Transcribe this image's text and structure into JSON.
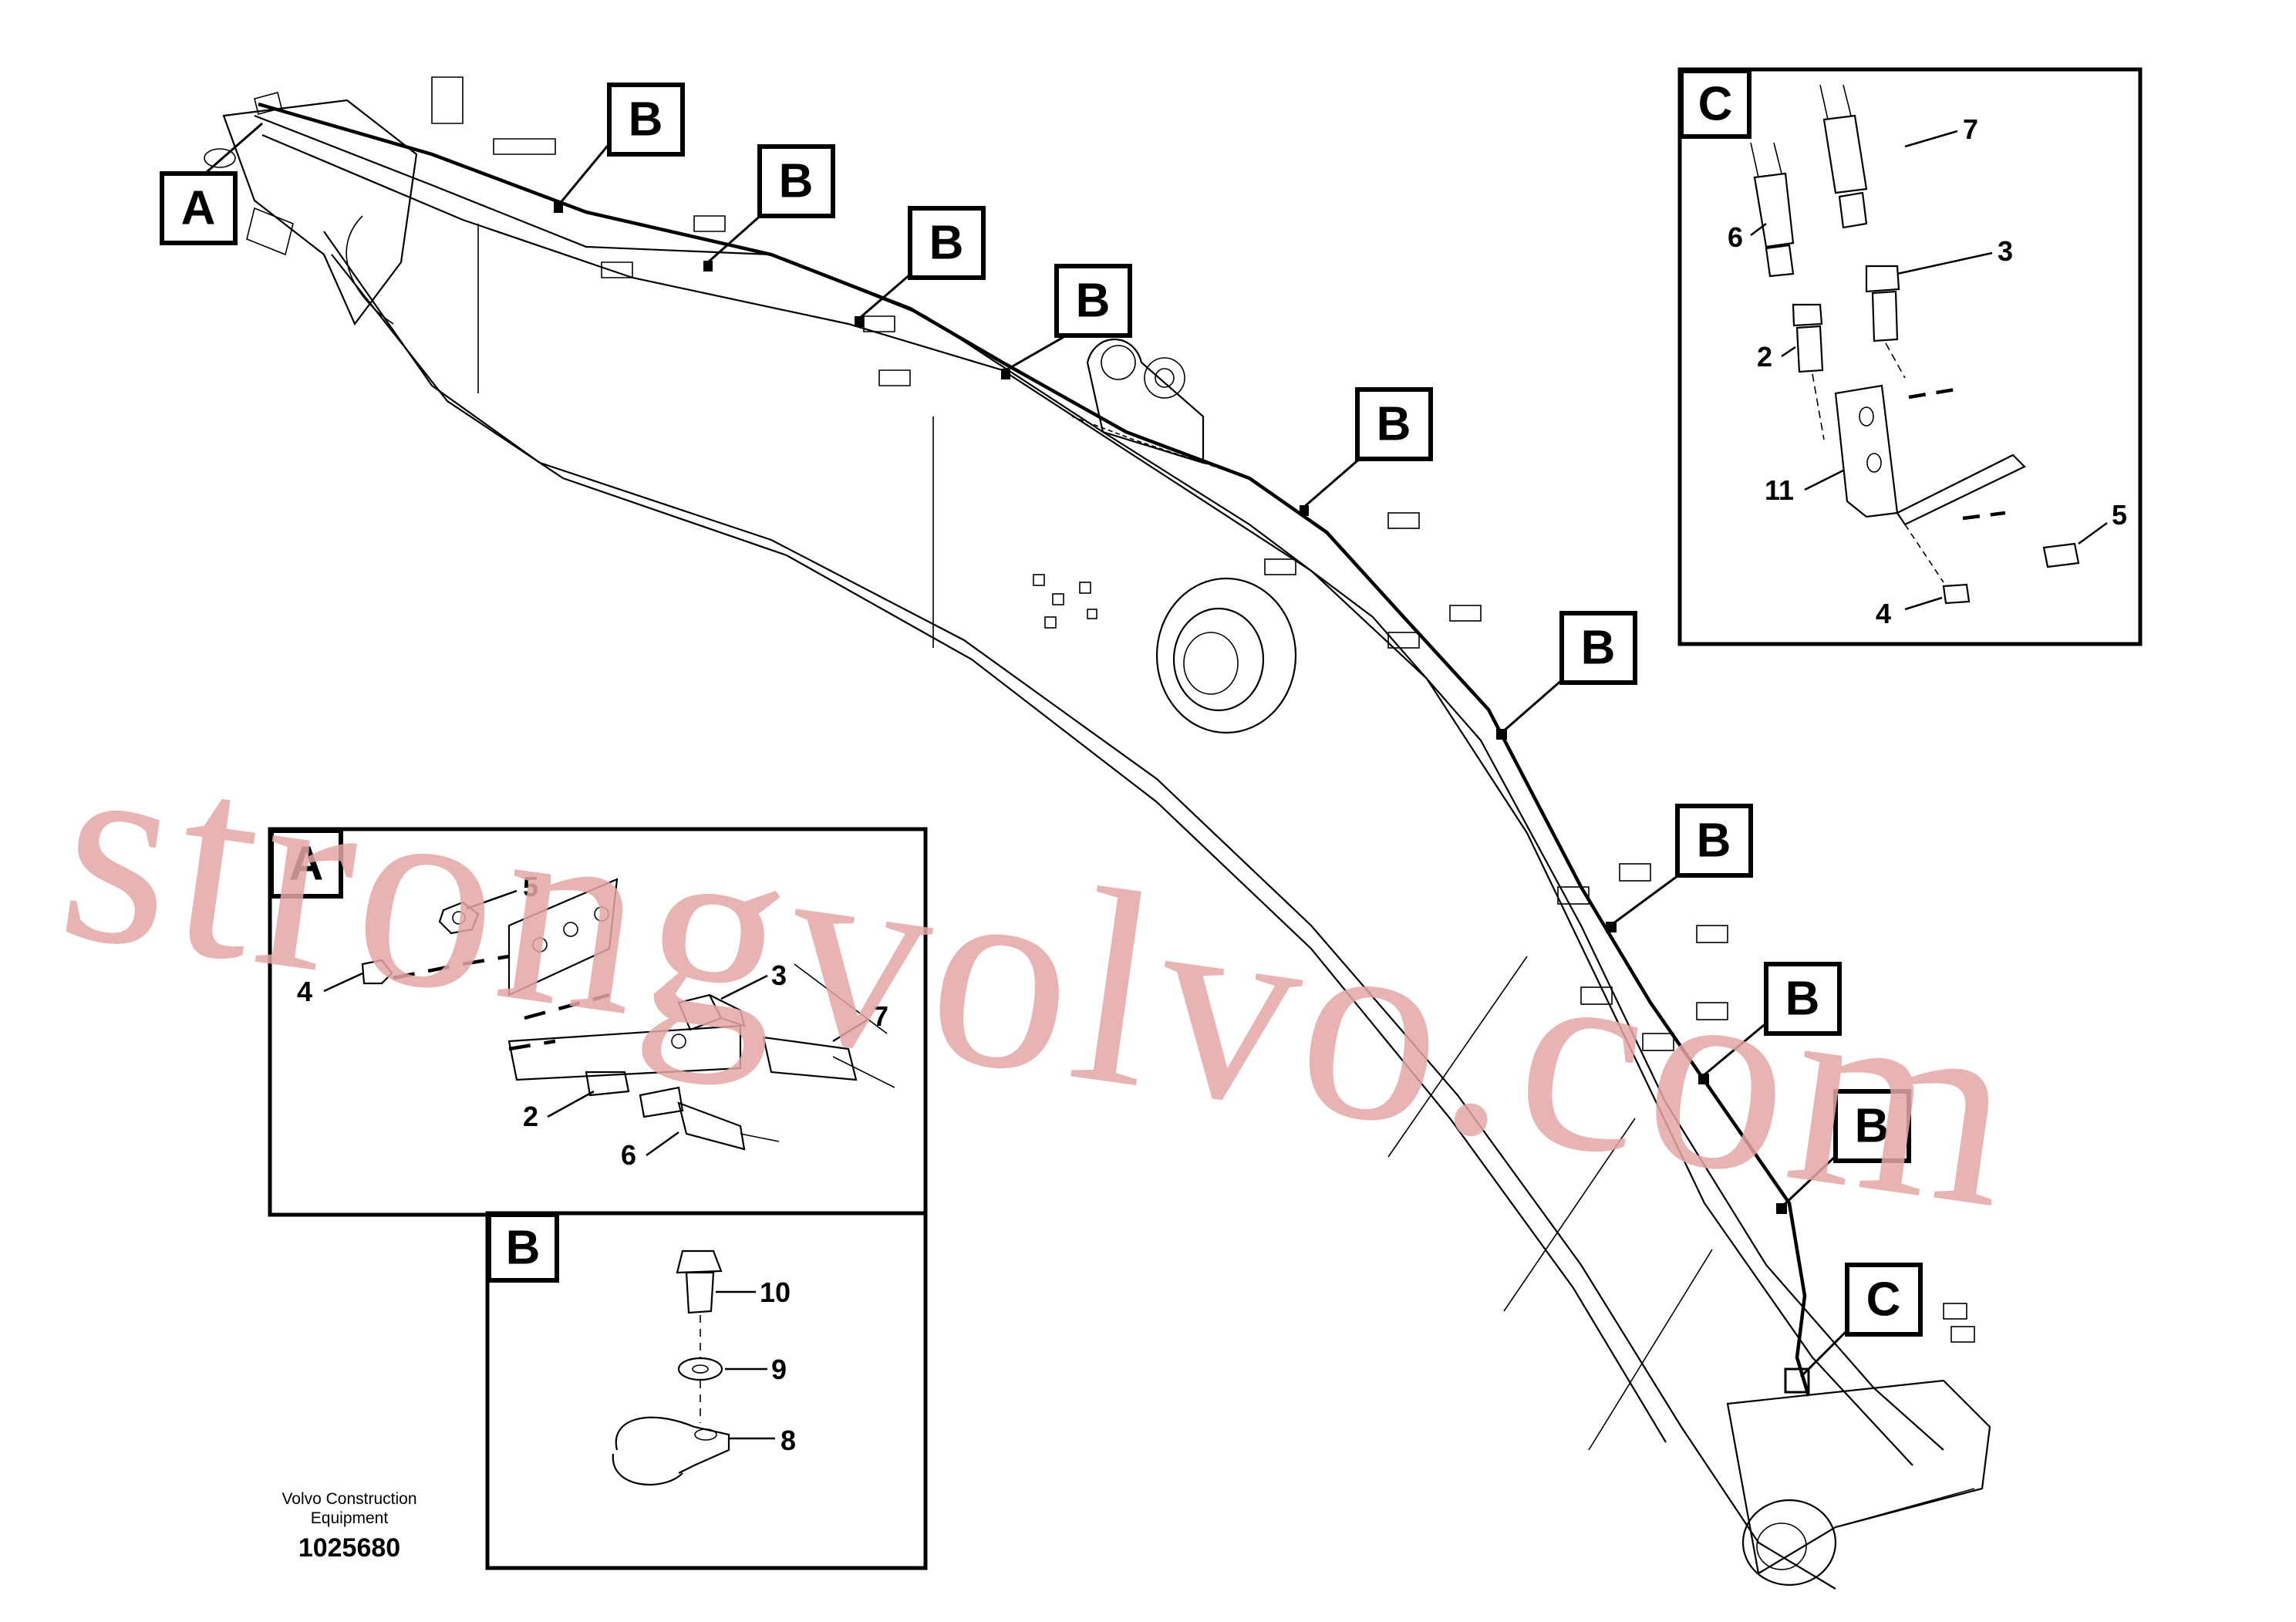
{
  "callouts": {
    "a": "A",
    "b": "B",
    "c": "C"
  },
  "detail_a": {
    "label": "A",
    "parts": [
      "5",
      "4",
      "3",
      "7",
      "2",
      "6"
    ]
  },
  "detail_b": {
    "label": "B",
    "parts": [
      "10",
      "9",
      "8"
    ]
  },
  "detail_c": {
    "label": "C",
    "parts": [
      "7",
      "6",
      "3",
      "2",
      "11",
      "5",
      "4"
    ]
  },
  "footer": {
    "company_line1": "Volvo Construction",
    "company_line2": "Equipment",
    "doc_number": "1025680"
  },
  "watermark": "strongvolvo.com"
}
